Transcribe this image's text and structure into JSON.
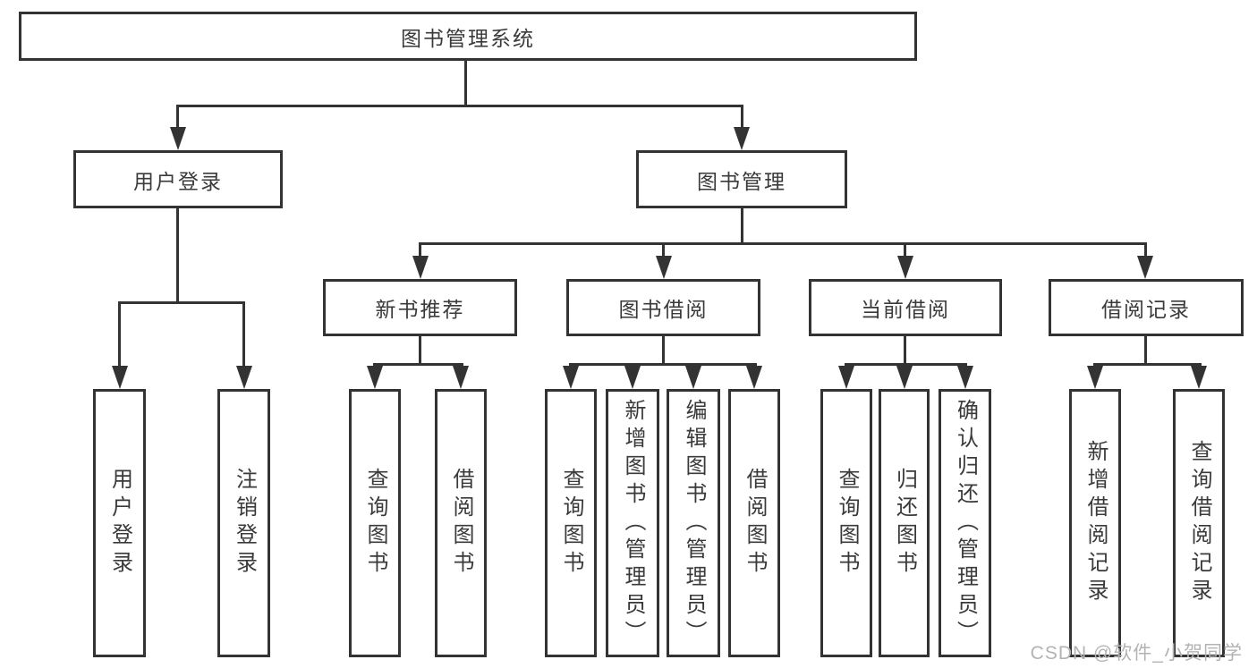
{
  "diagram": {
    "root": {
      "label": "图书管理系统"
    },
    "children": [
      {
        "label": "用户登录",
        "children": [
          {
            "label": "用户登录"
          },
          {
            "label": "注销登录"
          }
        ]
      },
      {
        "label": "图书管理",
        "children": [
          {
            "label": "新书推荐",
            "children": [
              {
                "label": "查询图书"
              },
              {
                "label": "借阅图书"
              }
            ]
          },
          {
            "label": "图书借阅",
            "children": [
              {
                "label": "查询图书"
              },
              {
                "label": "新增图书（管理员）"
              },
              {
                "label": "编辑图书（管理员）"
              },
              {
                "label": "借阅图书"
              }
            ]
          },
          {
            "label": "当前借阅",
            "children": [
              {
                "label": "查询图书"
              },
              {
                "label": "归还图书"
              },
              {
                "label": "确认归还（管理员）"
              }
            ]
          },
          {
            "label": "借阅记录",
            "children": [
              {
                "label": "新增借阅记录"
              },
              {
                "label": "查询借阅记录"
              }
            ]
          }
        ]
      }
    ]
  },
  "watermark": "CSDN @软件_小贺同学",
  "colors": {
    "line": "#333333",
    "text": "#3a3a3a",
    "background": "#ffffff",
    "watermark": "#b3b3b3"
  }
}
